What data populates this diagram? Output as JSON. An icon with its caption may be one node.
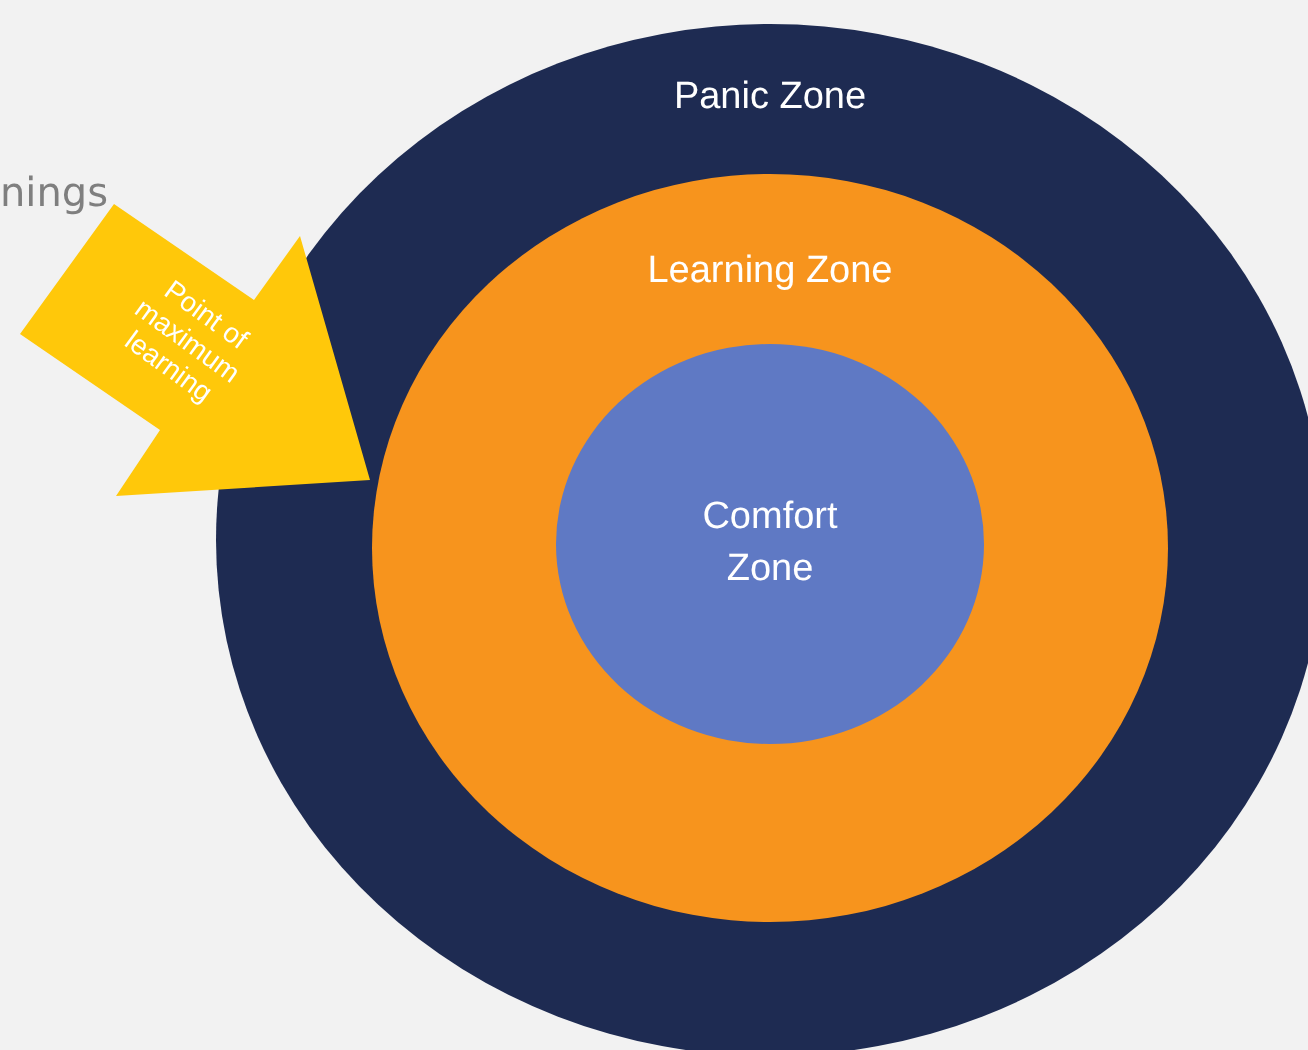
{
  "diagram": {
    "nodes": [
      {
        "text": [
          "Panic Zone"
        ]
      },
      {
        "text": [
          "Learning Zone"
        ],
        "in": 0
      },
      {
        "text": [
          "Comfort Zone"
        ],
        "in": 1
      },
      {
        "text": [
          "Point of maximum learning"
        ]
      }
    ],
    "labels": [
      "nings"
    ]
  }
}
